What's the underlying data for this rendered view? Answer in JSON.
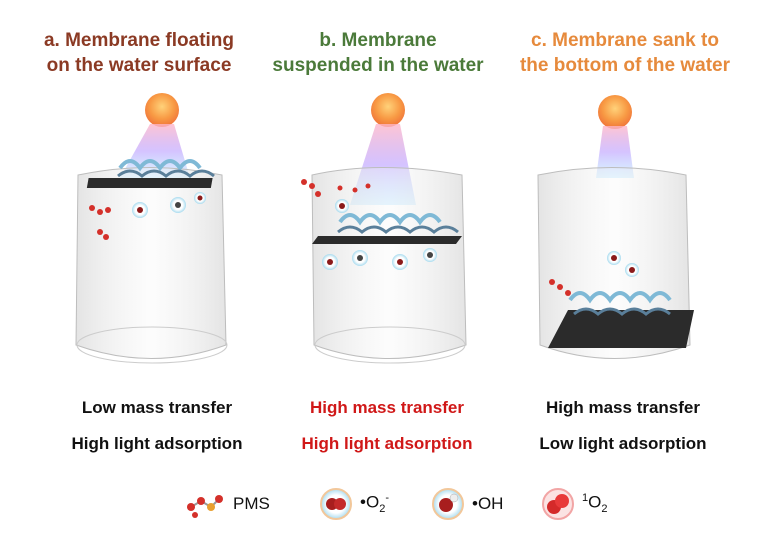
{
  "panels": [
    {
      "title_line1": "a. Membrane floating",
      "title_line2": "on the water surface",
      "desc_line1": "Low mass transfer",
      "desc_line2": "High light adsorption"
    },
    {
      "title_line1": "b. Membrane",
      "title_line2": "suspended  in the water",
      "desc_line1": "High mass transfer",
      "desc_line2": "High light adsorption"
    },
    {
      "title_line1": "c. Membrane sank to",
      "title_line2": "the bottom of the water",
      "desc_line1": "High mass transfer",
      "desc_line2": "Low light adsorption"
    }
  ],
  "legend": {
    "pms": "PMS",
    "superoxide": "•O",
    "superoxide_sub": "2",
    "superoxide_sup": "-",
    "hydroxyl": "•OH",
    "singlet_sup": "1",
    "singlet": "O",
    "singlet_sub": "2"
  },
  "colors": {
    "title_a": "#8B3A24",
    "title_b": "#4B7A3A",
    "title_c": "#E68A3C",
    "highlight": "#D01818",
    "sun": "#F7A04A",
    "membrane": "#2B2B2B"
  }
}
